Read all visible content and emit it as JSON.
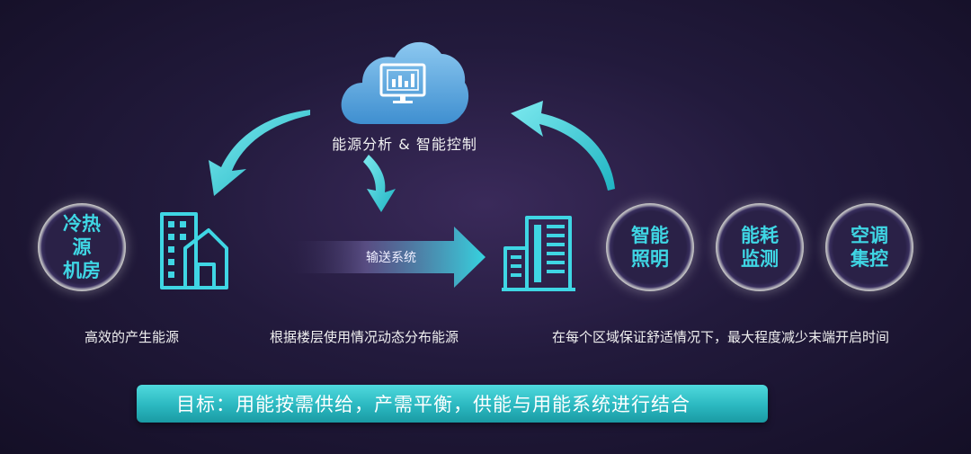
{
  "top": {
    "label": "能源分析 & 智能控制",
    "icon": "monitor-chart-icon"
  },
  "left": {
    "ring": "冷热源机房",
    "ring_lines": [
      "冷热源",
      "机房"
    ],
    "caption": "高效的产生能源",
    "icon": "buildings-icon"
  },
  "middle": {
    "flow_label": "输送系统",
    "caption": "根据楼层使用情况动态分布能源",
    "icon": "office-tower-icon"
  },
  "right": {
    "rings": [
      {
        "lines": [
          "智能",
          "照明"
        ]
      },
      {
        "lines": [
          "能耗",
          "监测"
        ]
      },
      {
        "lines": [
          "空调",
          "集控"
        ]
      }
    ],
    "caption": "在每个区域保证舒适情况下，最大程度减少末端开启时间"
  },
  "goal": "目标：用能按需供给，产需平衡，供能与用能系统进行结合",
  "colors": {
    "accent": "#3fd6e4",
    "cloud": "#5aa9e0",
    "bar": "#2bb8c0"
  }
}
